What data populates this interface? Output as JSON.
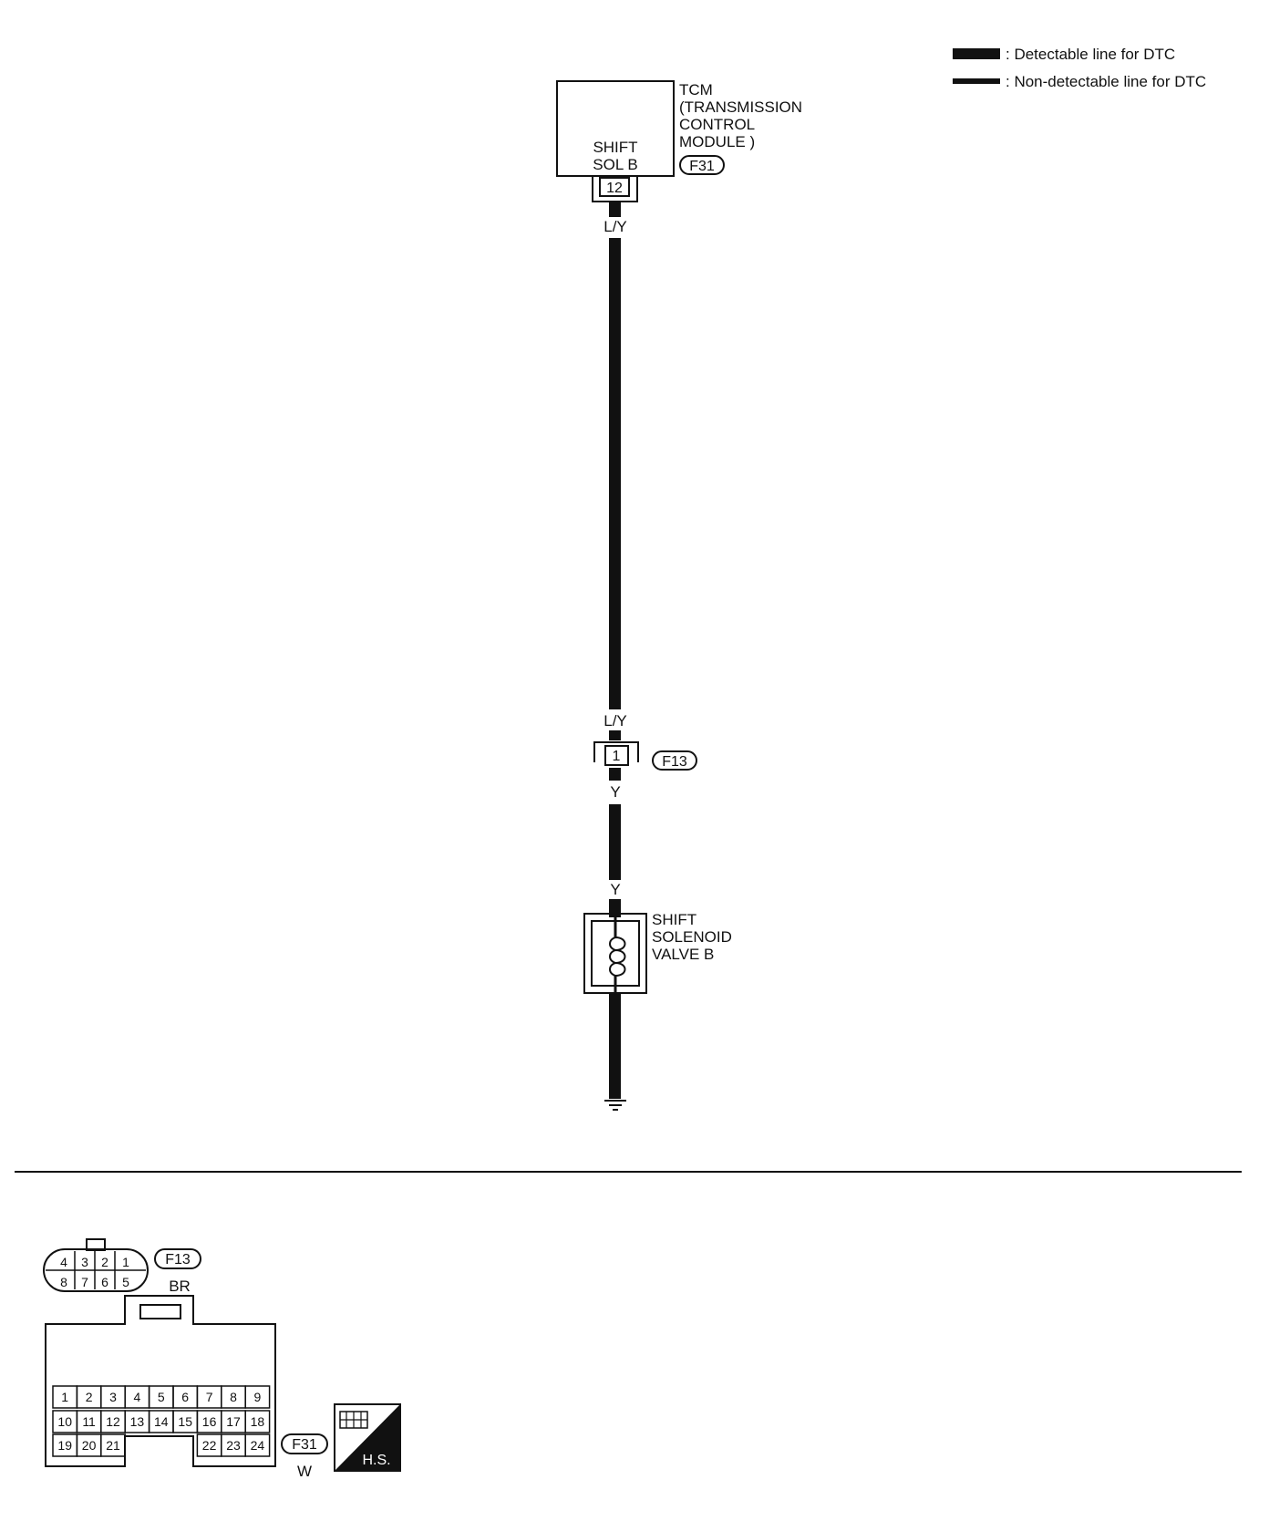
{
  "legend": {
    "detectable": ": Detectable line for DTC",
    "non_detectable": ": Non-detectable line for DTC"
  },
  "tcm": {
    "label_lines": [
      "TCM",
      "(TRANSMISSION",
      "CONTROL",
      "MODULE )"
    ],
    "connector": "F31",
    "box_lines": [
      "SHIFT",
      "SOL B"
    ],
    "terminal": "12"
  },
  "wires": {
    "top_color": "L/Y",
    "bottom_color_upper": "L/Y",
    "f13_terminal": "1",
    "f13_connector": "F13",
    "lower_color_top": "Y",
    "lower_color_bottom": "Y"
  },
  "solenoid": {
    "label_lines": [
      "SHIFT",
      "SOLENOID",
      "VALVE B"
    ]
  },
  "connector_f13": {
    "id": "F13",
    "color": "BR",
    "top_pins": [
      "4",
      "3",
      "2",
      "1"
    ],
    "bottom_pins": [
      "8",
      "7",
      "6",
      "5"
    ]
  },
  "connector_f31": {
    "id": "F31",
    "color": "W",
    "row1": [
      "1",
      "2",
      "3",
      "4",
      "5",
      "6",
      "7",
      "8",
      "9"
    ],
    "row2": [
      "10",
      "11",
      "12",
      "13",
      "14",
      "15",
      "16",
      "17",
      "18"
    ],
    "row3_left": [
      "19",
      "20",
      "21"
    ],
    "row3_right": [
      "22",
      "23",
      "24"
    ]
  },
  "hs_badge": "H.S.",
  "colors": {
    "ink": "#111111",
    "paper": "#ffffff"
  }
}
